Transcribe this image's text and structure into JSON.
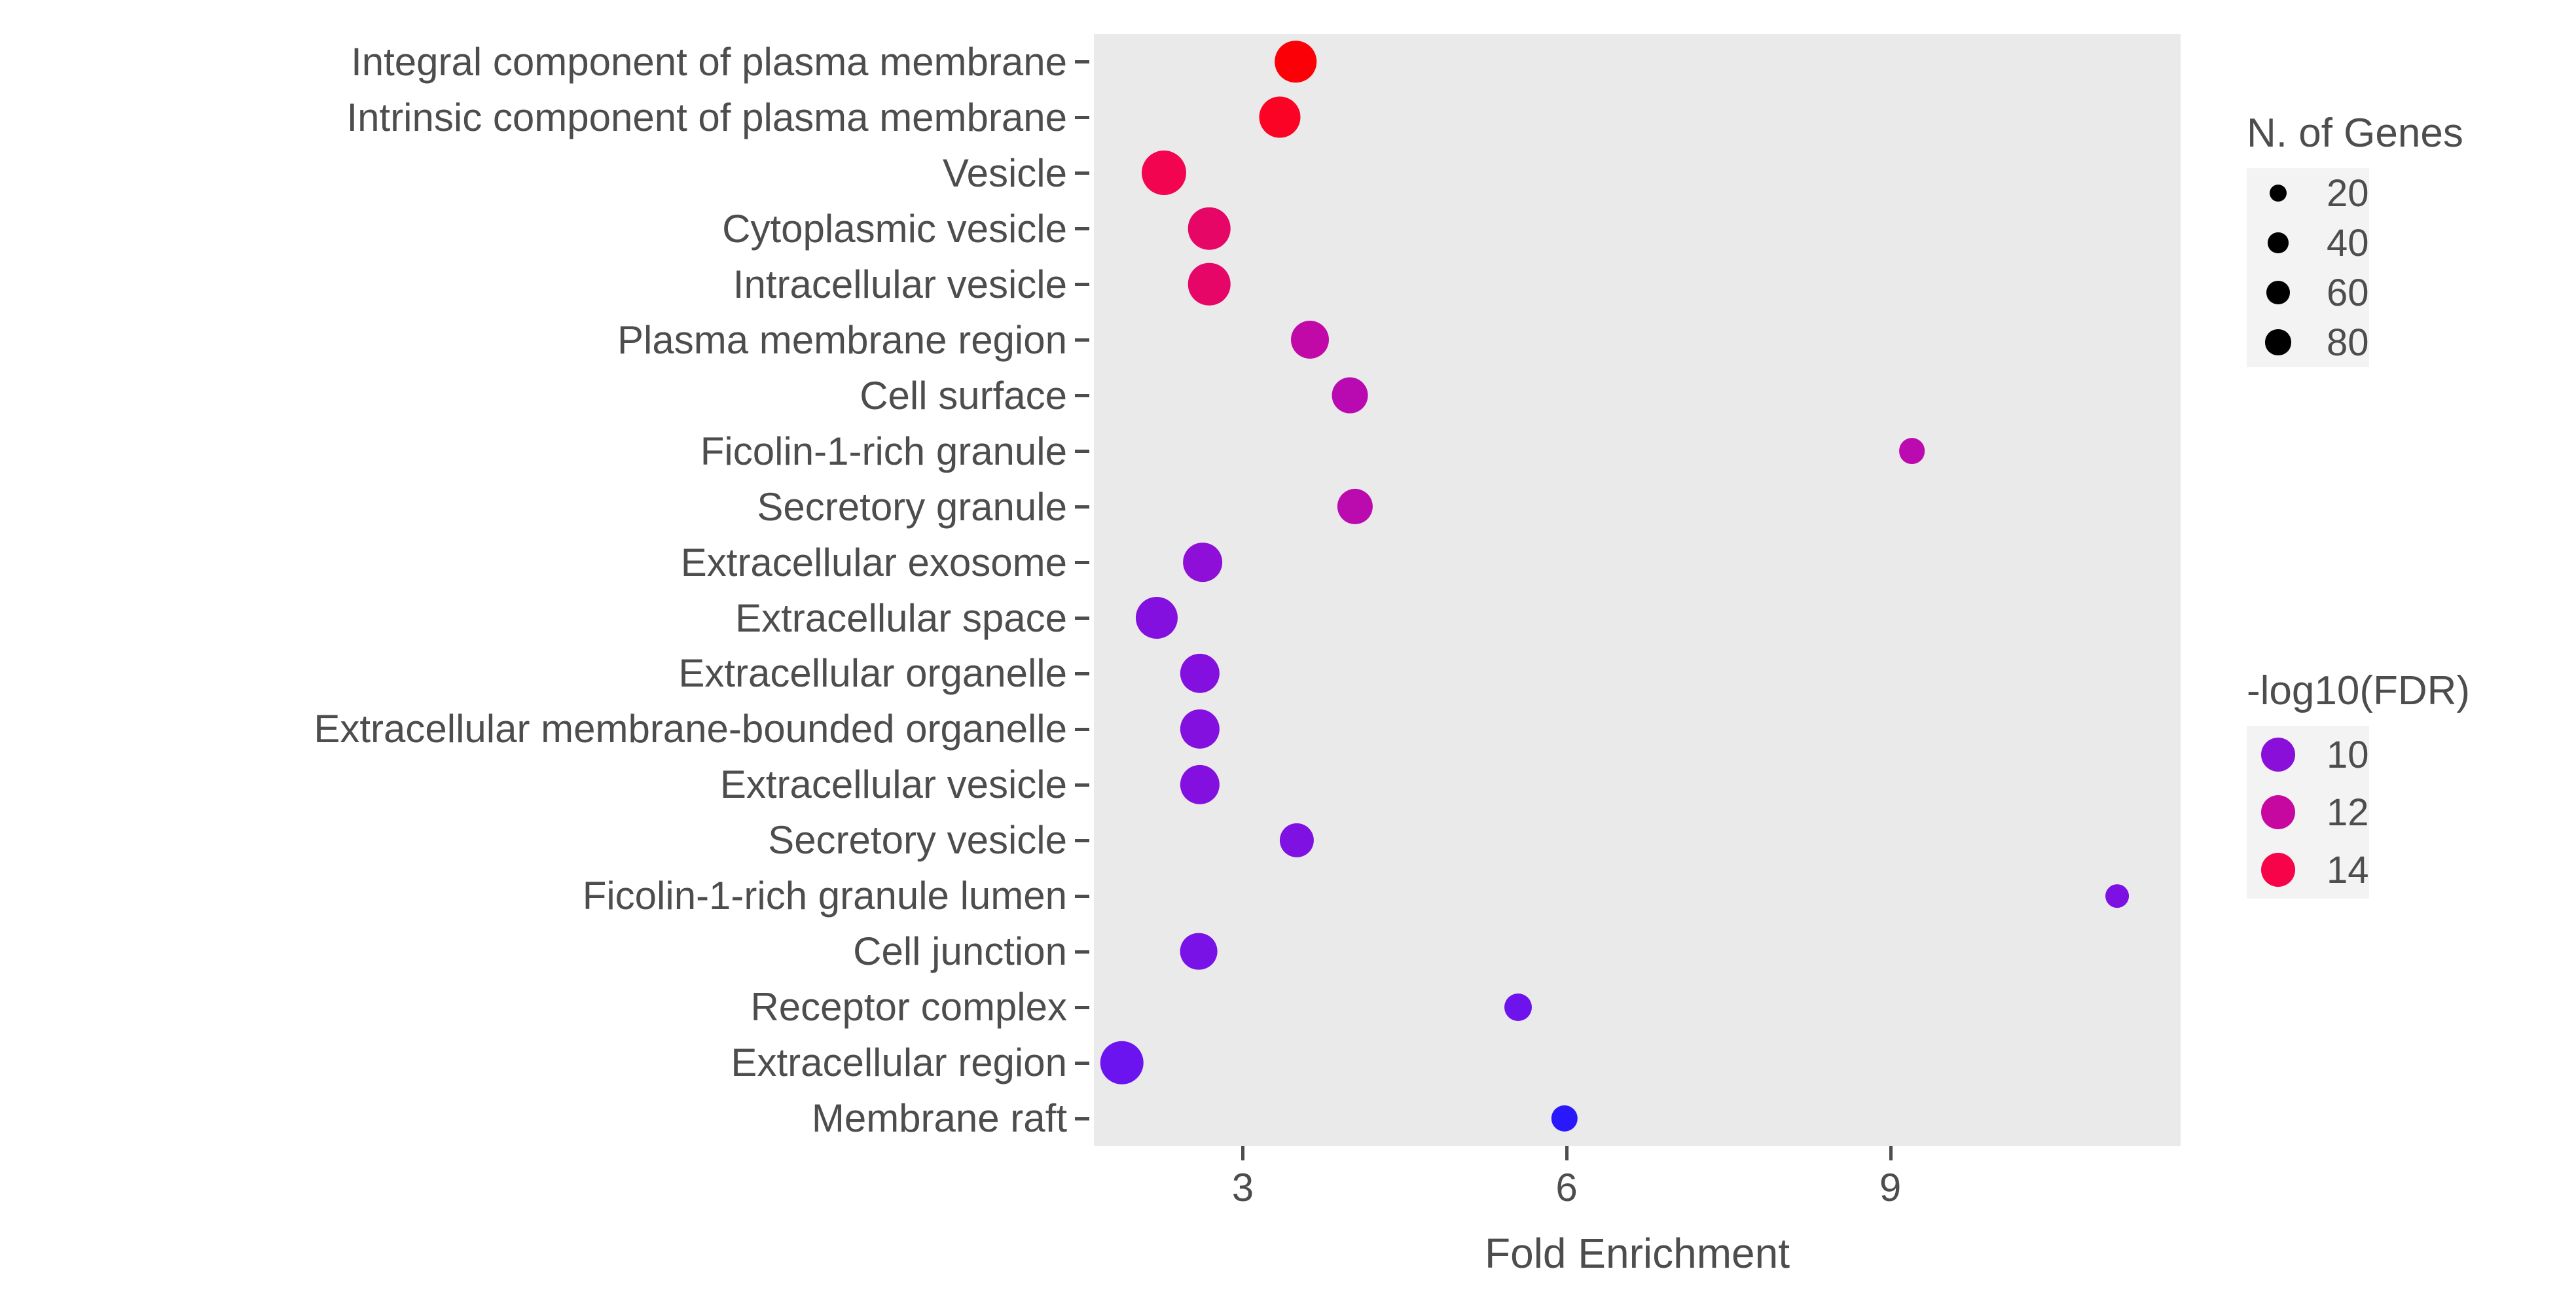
{
  "chart_data": {
    "type": "scatter",
    "title": "",
    "xlabel": "Fold Enrichment",
    "ylabel": "",
    "xlim": [
      1.62,
      11.69
    ],
    "x_ticks": [
      3,
      6,
      9
    ],
    "x_tick_labels": [
      "3",
      "6",
      "9"
    ],
    "grid": false,
    "panel_background": "#eaeaea",
    "categories": [
      "Integral component of plasma membrane",
      "Intrinsic component of plasma membrane",
      "Vesicle",
      "Cytoplasmic vesicle",
      "Intracellular vesicle",
      "Plasma membrane region",
      "Cell surface",
      "Ficolin-1-rich granule",
      "Secretory granule",
      "Extracellular exosome",
      "Extracellular space",
      "Extracellular organelle",
      "Extracellular membrane-bounded organelle",
      "Extracellular vesicle",
      "Secretory vesicle",
      "Ficolin-1-rich granule lumen",
      "Cell junction",
      "Receptor complex",
      "Extracellular region",
      "Membrane raft"
    ],
    "points": [
      {
        "term": "Integral component of plasma membrane",
        "fold_enrichment": 3.49,
        "n_genes": 82,
        "neg_log10_fdr": 14.8,
        "color": "#fb0007"
      },
      {
        "term": "Intrinsic component of plasma membrane",
        "fold_enrichment": 3.34,
        "n_genes": 80,
        "neg_log10_fdr": 14.5,
        "color": "#fb0325"
      },
      {
        "term": "Vesicle",
        "fold_enrichment": 2.27,
        "n_genes": 100,
        "neg_log10_fdr": 14.0,
        "color": "#f30450"
      },
      {
        "term": "Cytoplasmic vesicle",
        "fold_enrichment": 2.69,
        "n_genes": 86,
        "neg_log10_fdr": 13.6,
        "color": "#e50666"
      },
      {
        "term": "Intracellular vesicle",
        "fold_enrichment": 2.69,
        "n_genes": 86,
        "neg_log10_fdr": 13.6,
        "color": "#e50668"
      },
      {
        "term": "Plasma membrane region",
        "fold_enrichment": 3.62,
        "n_genes": 62,
        "neg_log10_fdr": 12.6,
        "color": "#c109a8"
      },
      {
        "term": "Cell surface",
        "fold_enrichment": 3.99,
        "n_genes": 52,
        "neg_log10_fdr": 12.2,
        "color": "#b90ab2"
      },
      {
        "term": "Ficolin-1-rich granule",
        "fold_enrichment": 9.2,
        "n_genes": 16,
        "neg_log10_fdr": 12.0,
        "color": "#bb0aaf"
      },
      {
        "term": "Secretory granule",
        "fold_enrichment": 4.04,
        "n_genes": 50,
        "neg_log10_fdr": 12.1,
        "color": "#bb0aae"
      },
      {
        "term": "Extracellular exosome",
        "fold_enrichment": 2.63,
        "n_genes": 68,
        "neg_log10_fdr": 10.9,
        "color": "#8d0fd8"
      },
      {
        "term": "Extracellular space",
        "fold_enrichment": 2.2,
        "n_genes": 84,
        "neg_log10_fdr": 10.7,
        "color": "#8410df"
      },
      {
        "term": "Extracellular organelle",
        "fold_enrichment": 2.6,
        "n_genes": 70,
        "neg_log10_fdr": 10.6,
        "color": "#8410df"
      },
      {
        "term": "Extracellular membrane-bounded organelle",
        "fold_enrichment": 2.6,
        "n_genes": 70,
        "neg_log10_fdr": 10.6,
        "color": "#8410df"
      },
      {
        "term": "Extracellular vesicle",
        "fold_enrichment": 2.6,
        "n_genes": 70,
        "neg_log10_fdr": 10.6,
        "color": "#8410df"
      },
      {
        "term": "Secretory vesicle",
        "fold_enrichment": 3.5,
        "n_genes": 44,
        "neg_log10_fdr": 10.4,
        "color": "#7f11e2"
      },
      {
        "term": "Ficolin-1-rich granule lumen",
        "fold_enrichment": 11.1,
        "n_genes": 10,
        "neg_log10_fdr": 10.3,
        "color": "#7d11e4"
      },
      {
        "term": "Cell junction",
        "fold_enrichment": 2.59,
        "n_genes": 58,
        "neg_log10_fdr": 10.1,
        "color": "#7812e7"
      },
      {
        "term": "Receptor complex",
        "fold_enrichment": 5.55,
        "n_genes": 20,
        "neg_log10_fdr": 9.7,
        "color": "#6f13ed"
      },
      {
        "term": "Extracellular region",
        "fold_enrichment": 1.88,
        "n_genes": 94,
        "neg_log10_fdr": 9.6,
        "color": "#6c14ef"
      },
      {
        "term": "Membrane raft",
        "fold_enrichment": 5.98,
        "n_genes": 17,
        "neg_log10_fdr": 8.6,
        "color": "#2a18fd"
      }
    ]
  },
  "legends": {
    "size": {
      "title": "N. of Genes",
      "items": [
        {
          "label": "20",
          "value": 20
        },
        {
          "label": "40",
          "value": 40
        },
        {
          "label": "60",
          "value": 60
        },
        {
          "label": "80",
          "value": 80
        }
      ],
      "swatch_color": "#000000"
    },
    "color": {
      "title": "-log10(FDR)",
      "items": [
        {
          "label": "10",
          "value": 10,
          "color": "#8a0fd9"
        },
        {
          "label": "12",
          "value": 12,
          "color": "#c708a0"
        },
        {
          "label": "14",
          "value": 14,
          "color": "#f6034a"
        }
      ]
    }
  }
}
